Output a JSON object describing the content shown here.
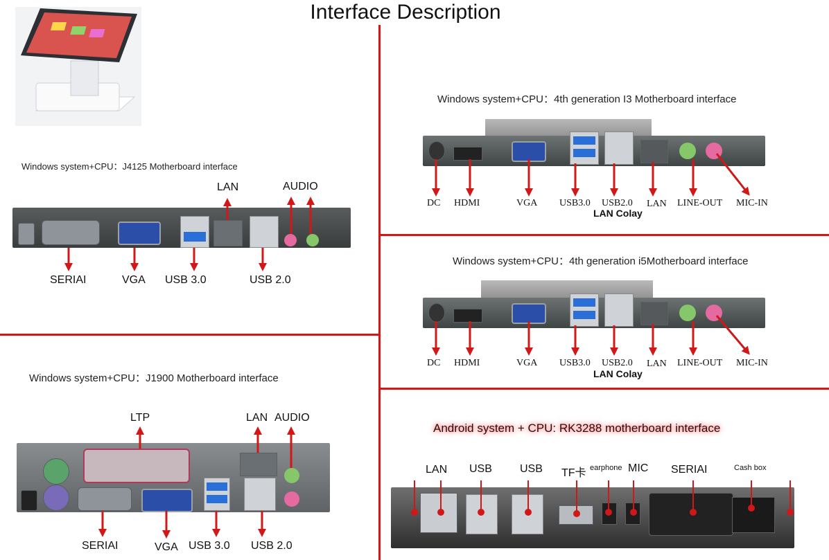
{
  "title": "Interface Description",
  "j4125": {
    "caption": "Windows system+CPU：J4125 Motherboard interface",
    "labels": {
      "lan": "LAN",
      "audio": "AUDIO",
      "serial": "SERIAI",
      "vga": "VGA",
      "usb3": "USB 3.0",
      "usb2": "USB 2.0"
    }
  },
  "i3": {
    "caption": "Windows system+CPU：4th generation I3 Motherboard interface",
    "labels": {
      "dc": "DC",
      "hdmi": "HDMI",
      "vga": "VGA",
      "usb3": "USB3.0",
      "usb2": "USB2.0",
      "lan": "LAN",
      "lineout": "LINE-OUT",
      "micin": "MIC-IN",
      "colay": "LAN Colay"
    }
  },
  "i5": {
    "caption": "Windows system+CPU：4th generation i5Motherboard interface",
    "labels": {
      "dc": "DC",
      "hdmi": "HDMI",
      "vga": "VGA",
      "usb3": "USB3.0",
      "usb2": "USB2.0",
      "lan": "LAN",
      "lineout": "LINE-OUT",
      "micin": "MIC-IN",
      "colay": "LAN Colay"
    }
  },
  "j1900": {
    "caption": "Windows system+CPU：J1900 Motherboard interface",
    "labels": {
      "ltp": "LTP",
      "lan": "LAN",
      "audio": "AUDIO",
      "serial": "SERIAI",
      "vga": "VGA",
      "usb3": "USB 3.0",
      "usb2": "USB 2.0"
    }
  },
  "rk3288": {
    "caption": "Android system + CPU: RK3288 motherboard interface",
    "labels": {
      "lan": "LAN",
      "usb1": "USB",
      "usb2": "USB",
      "tf": "TF卡",
      "earphone": "earphone",
      "mic": "MIC",
      "serial": "SERIAI",
      "cashbox": "Cash box"
    }
  },
  "colors": {
    "arrow": "#d01818",
    "separator": "#d01818"
  }
}
